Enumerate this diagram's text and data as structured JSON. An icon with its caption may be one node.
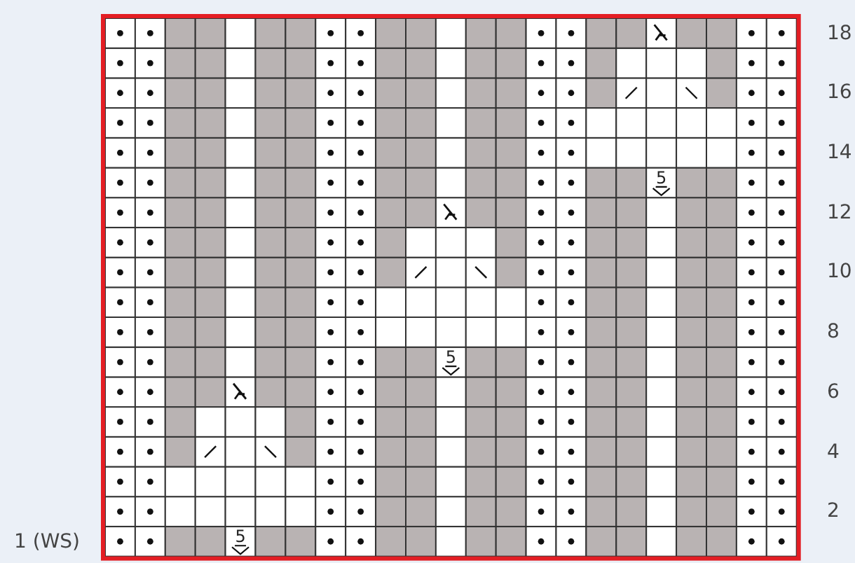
{
  "diagram": {
    "labels": [
      "18",
      "16",
      "14",
      "5",
      "12",
      "10",
      "8",
      "5",
      "6",
      "4",
      "2",
      "1 (WS)",
      "5"
    ]
  }
}
